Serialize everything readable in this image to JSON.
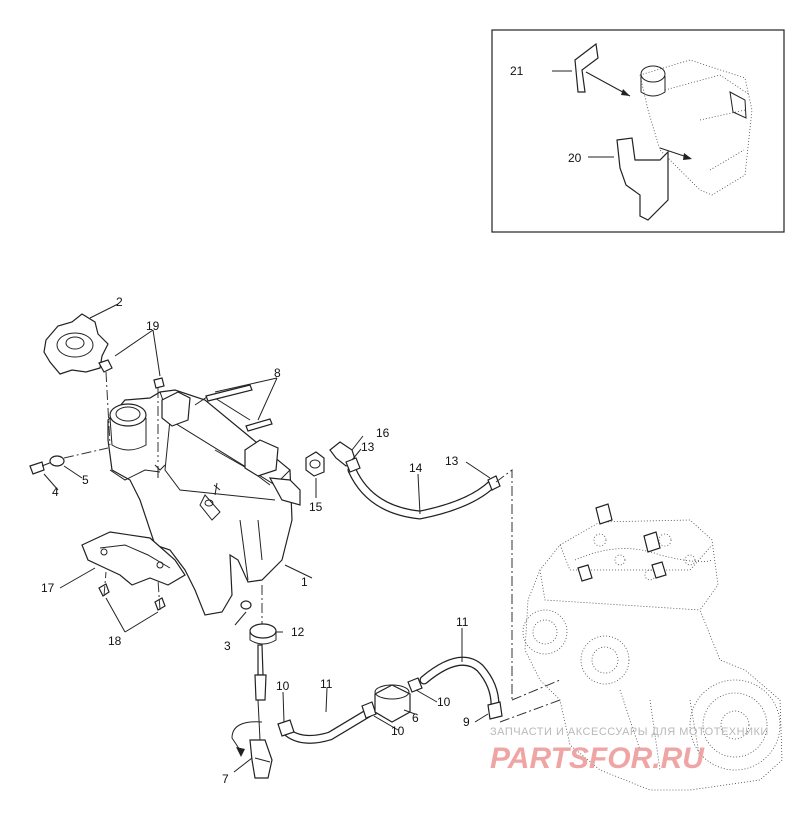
{
  "callouts": [
    {
      "id": "c1",
      "text": "1"
    },
    {
      "id": "c2",
      "text": "2"
    },
    {
      "id": "c3",
      "text": "3"
    },
    {
      "id": "c4",
      "text": "4"
    },
    {
      "id": "c5",
      "text": "5"
    },
    {
      "id": "c6",
      "text": "6"
    },
    {
      "id": "c7",
      "text": "7"
    },
    {
      "id": "c8",
      "text": "8"
    },
    {
      "id": "c9",
      "text": "9"
    },
    {
      "id": "c10a",
      "text": "10"
    },
    {
      "id": "c10b",
      "text": "10"
    },
    {
      "id": "c10c",
      "text": "10"
    },
    {
      "id": "c11a",
      "text": "11"
    },
    {
      "id": "c11b",
      "text": "11"
    },
    {
      "id": "c12",
      "text": "12"
    },
    {
      "id": "c13a",
      "text": "13"
    },
    {
      "id": "c13b",
      "text": "13"
    },
    {
      "id": "c14",
      "text": "14"
    },
    {
      "id": "c15",
      "text": "15"
    },
    {
      "id": "c16",
      "text": "16"
    },
    {
      "id": "c17",
      "text": "17"
    },
    {
      "id": "c18",
      "text": "18"
    },
    {
      "id": "c19",
      "text": "19"
    },
    {
      "id": "c20",
      "text": "20"
    },
    {
      "id": "c21",
      "text": "21"
    }
  ],
  "watermark": {
    "line1": "ЗАПЧАСТИ И АКСЕССУАРЫ ДЛЯ МОТОТЕХНИКИ",
    "line2": "PARTSFOR.RU"
  },
  "colors": {
    "ink": "#222222",
    "watermark_red": "#f0a5a5",
    "watermark_gray": "#b9b9b9"
  }
}
